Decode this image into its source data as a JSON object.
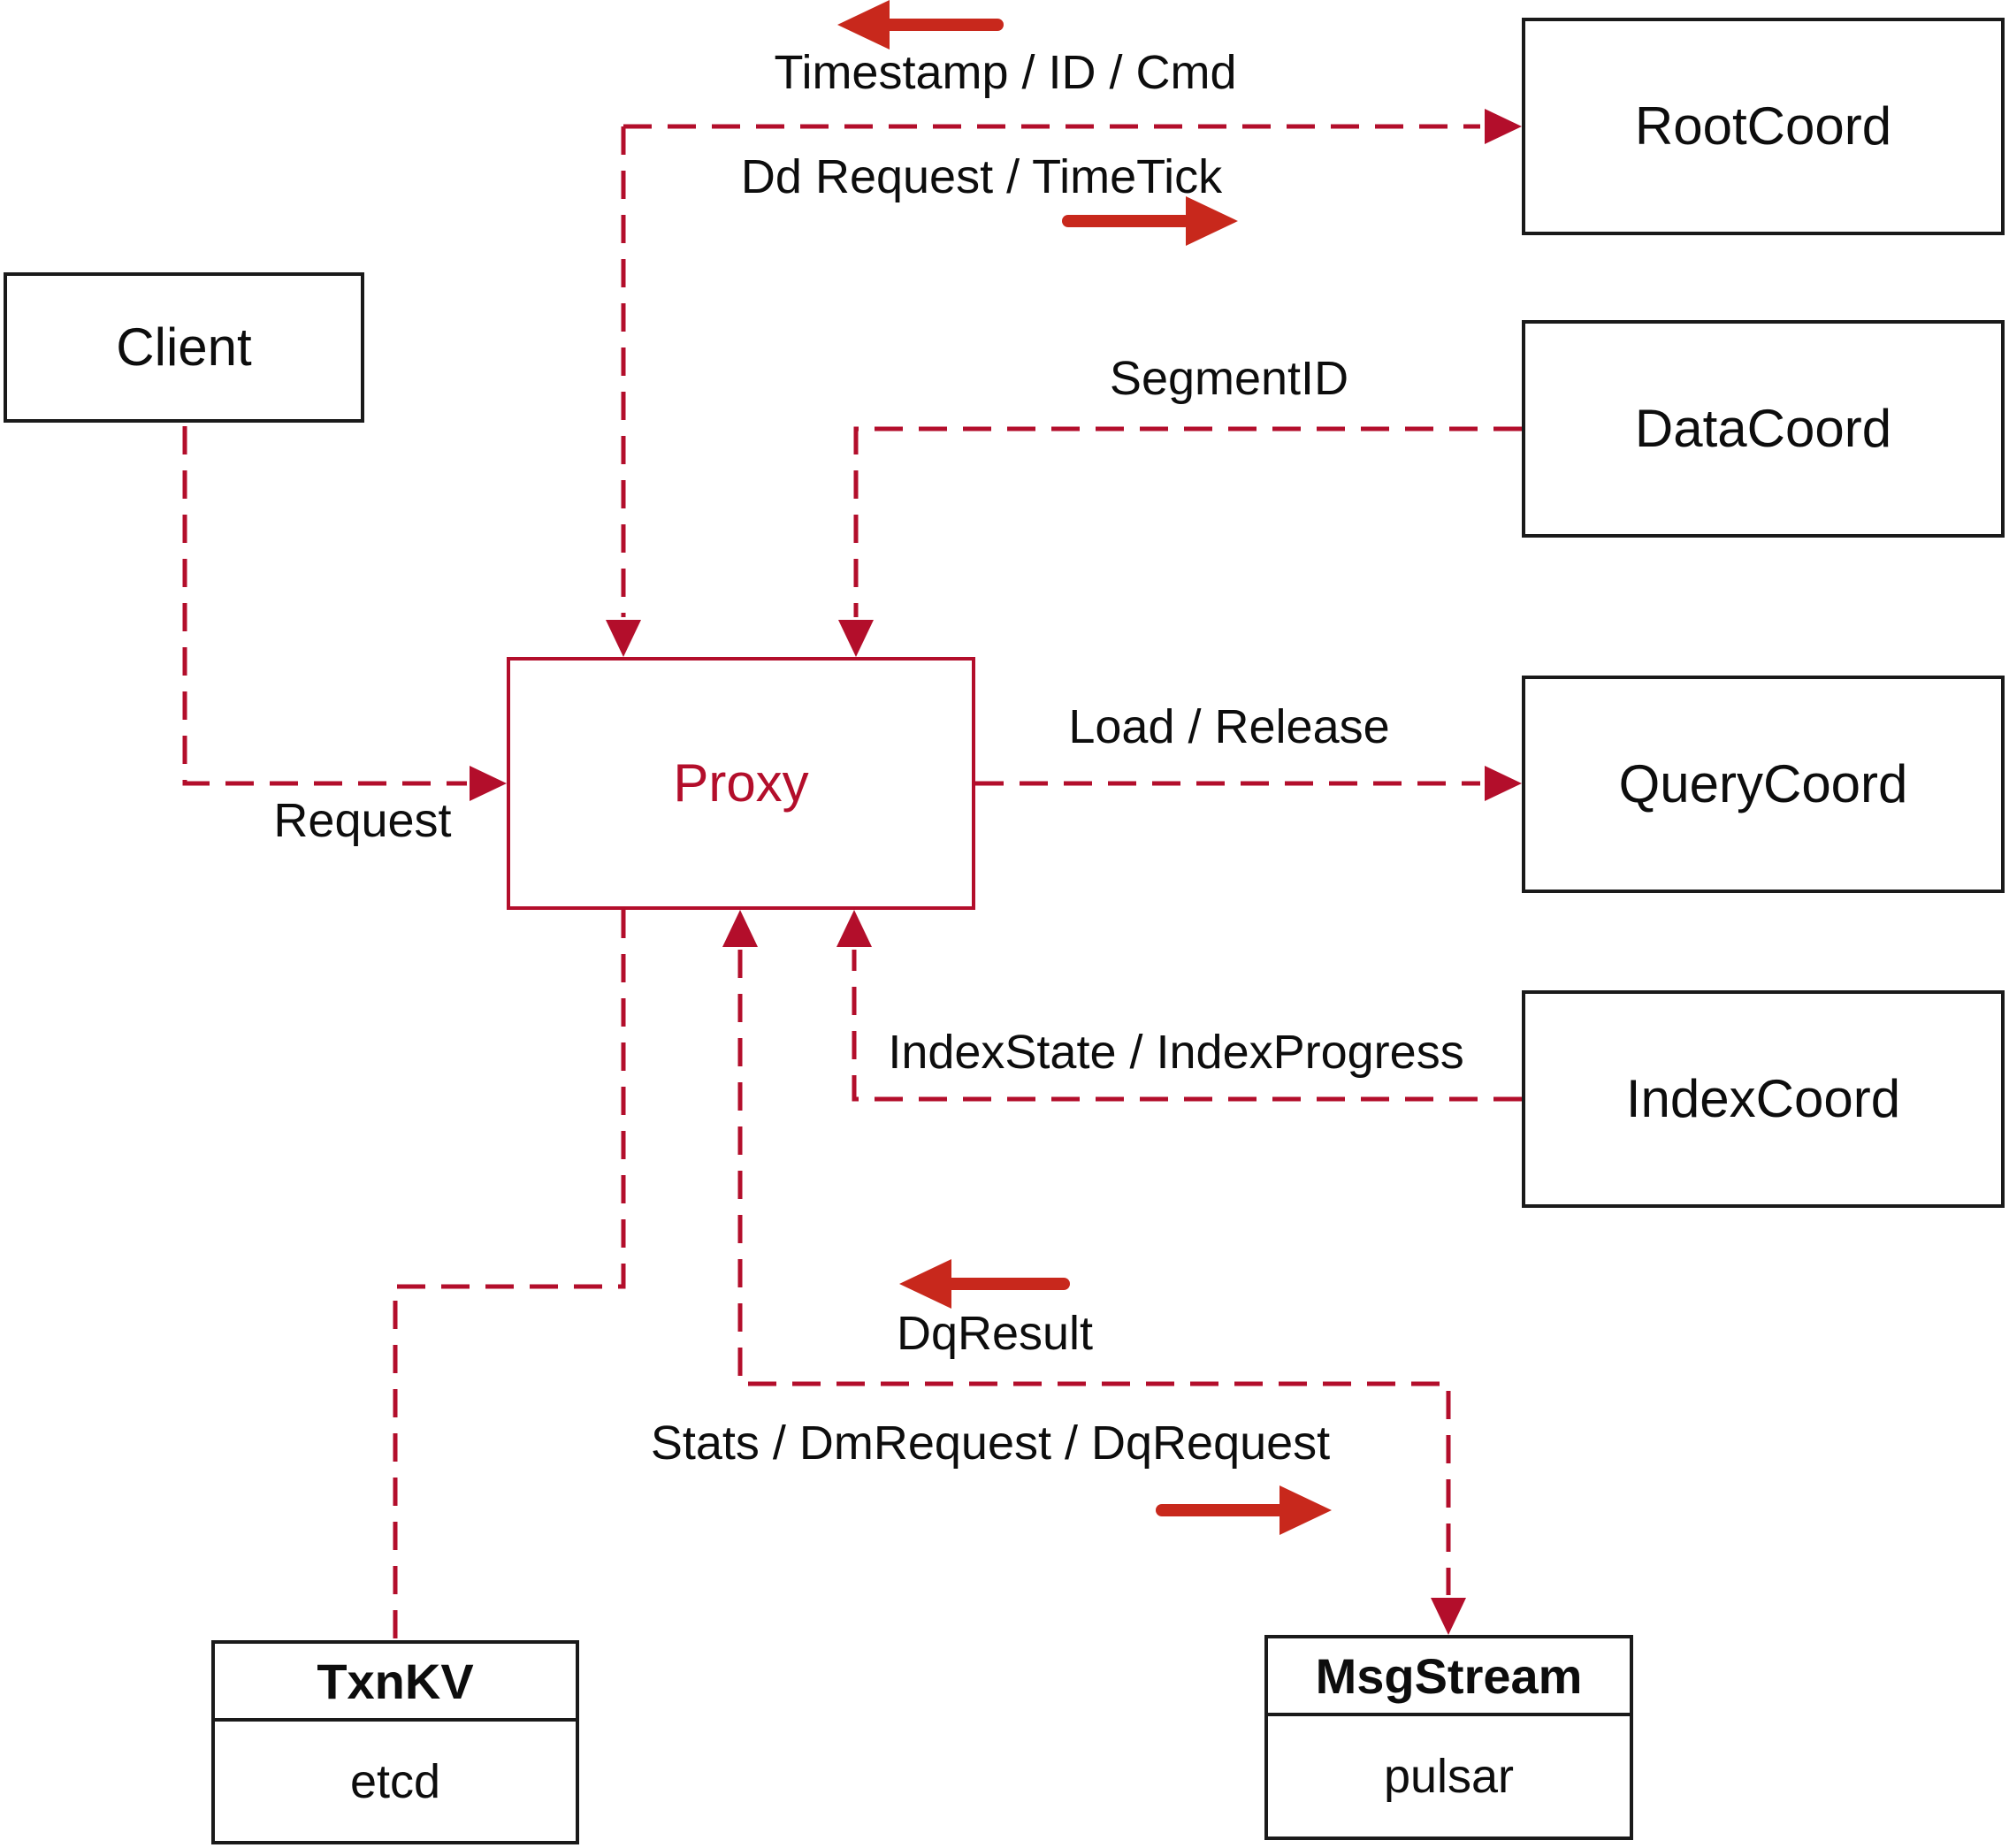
{
  "diagram": {
    "nodes": {
      "client": {
        "label": "Client"
      },
      "root_coord": {
        "label": "RootCoord"
      },
      "data_coord": {
        "label": "DataCoord"
      },
      "query_coord": {
        "label": "QueryCoord"
      },
      "index_coord": {
        "label": "IndexCoord"
      },
      "proxy": {
        "label": "Proxy"
      },
      "txn_kv": {
        "title": "TxnKV",
        "sublabel": "etcd"
      },
      "msg_stream": {
        "title": "MsgStream",
        "sublabel": "pulsar"
      }
    },
    "edge_labels": {
      "timestamp_id_cmd": "Timestamp / ID / Cmd",
      "dd_request_timetick": "Dd Request / TimeTick",
      "segment_id": "SegmentID",
      "request": "Request",
      "load_release": "Load / Release",
      "index_state_progress": "IndexState / IndexProgress",
      "dq_result": "DqResult",
      "stats_dm_dq_request": "Stats / DmRequest / DqRequest"
    },
    "colors": {
      "dashed_wire": "#b30e2b",
      "solid_arrow": "#c8281c",
      "node_border": "#1a1a1a",
      "proxy_accent": "#b30e2b",
      "text": "#0d0d0d"
    }
  }
}
